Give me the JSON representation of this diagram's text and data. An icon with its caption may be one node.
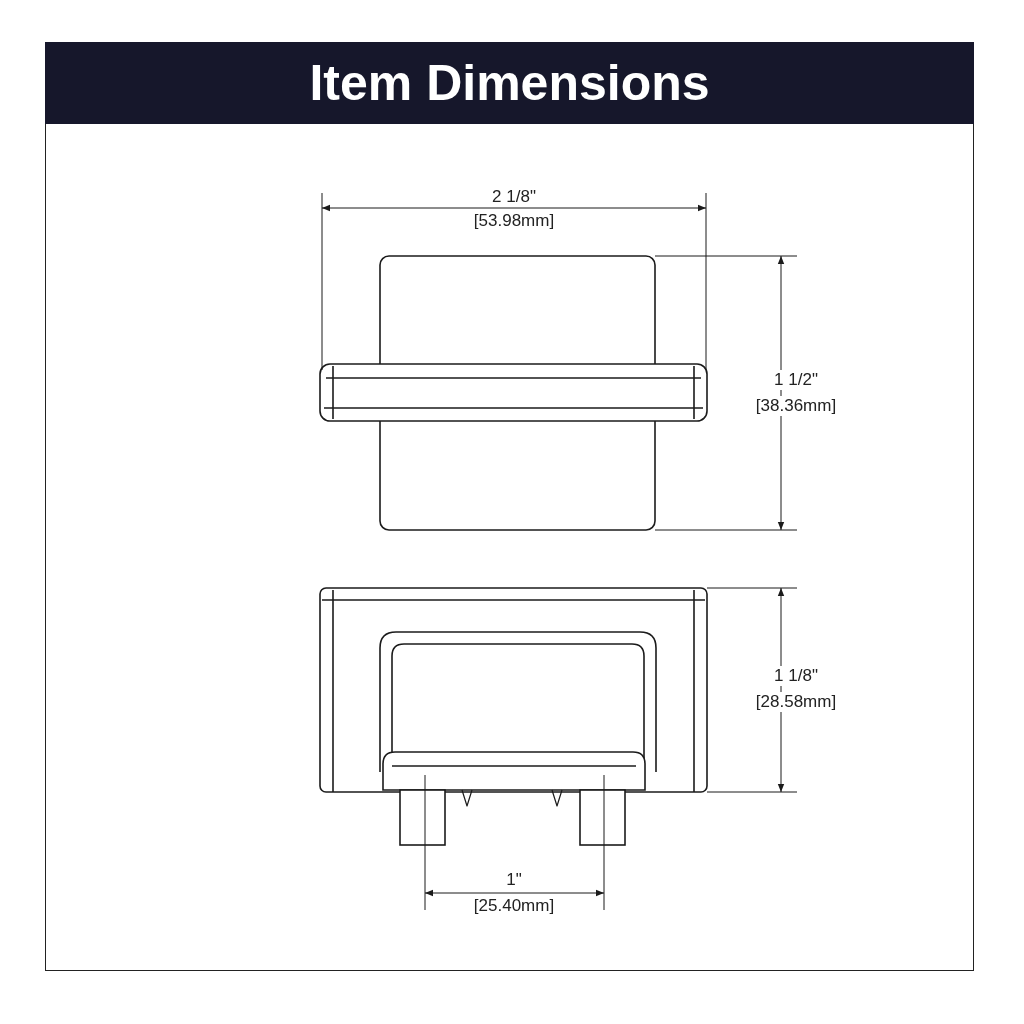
{
  "diagram": {
    "title": "Item Dimensions",
    "labels": [
      "2 1/8\"",
      "[53.98mm]",
      "1 1/2\"",
      "[38.36mm]",
      "1 1/8\"",
      "[28.58mm]",
      "1\"",
      "[25.40mm]"
    ]
  }
}
